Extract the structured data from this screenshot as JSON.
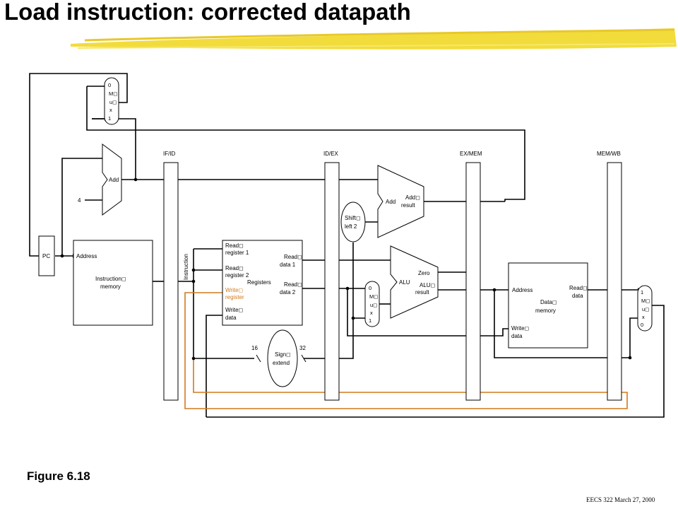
{
  "slide": {
    "title": "Load instruction: corrected datapath",
    "figure_label": "Figure 6.18",
    "footer": "EECS 322 March 27, 2000"
  },
  "colors": {
    "highlight_wire": "#d07a1c",
    "title_brush": "#f2dc3c"
  },
  "diagram": {
    "pipeline_registers": [
      "IF/ID",
      "ID/EX",
      "EX/MEM",
      "MEM/WB"
    ],
    "pc": "PC",
    "pc_mux": [
      "0",
      "M◻",
      "u◻",
      "x",
      "1"
    ],
    "pc_adder": {
      "label": "Add",
      "constant": "4"
    },
    "instruction_memory": {
      "address": "Address",
      "line1": "Instruction◻",
      "line2": "memory"
    },
    "instruction_label": "Instruction",
    "registers": {
      "read_reg1_a": "Read◻",
      "read_reg1_b": "register 1",
      "read_reg2_a": "Read◻",
      "read_reg2_b": "register 2",
      "name": "Registers",
      "write_reg_a": "Write◻",
      "write_reg_b": "register",
      "write_data_a": "Write◻",
      "write_data_b": "data",
      "read_data1_a": "Read◻",
      "read_data1_b": "data 1",
      "read_data2_a": "Read◻",
      "read_data2_b": "data 2"
    },
    "sign_extend": {
      "in_width": "16",
      "out_width": "32",
      "line1": "Sign◻",
      "line2": "extend"
    },
    "shift_left": {
      "line1": "Shift◻",
      "line2": "left 2"
    },
    "branch_adder": {
      "in_label": "Add",
      "out_a": "Add◻",
      "out_b": "result"
    },
    "alu_mux": [
      "0",
      "M◻",
      "u◻",
      "x",
      "1"
    ],
    "alu": {
      "name": "ALU",
      "zero": "Zero",
      "result_a": "ALU◻",
      "result_b": "result"
    },
    "data_memory": {
      "address": "Address",
      "read_a": "Read◻",
      "read_b": "data",
      "name_a": "Data◻",
      "name_b": "memory",
      "write_a": "Write◻",
      "write_b": "data"
    },
    "wb_mux": [
      "1",
      "M◻",
      "u◻",
      "x",
      "0"
    ]
  }
}
